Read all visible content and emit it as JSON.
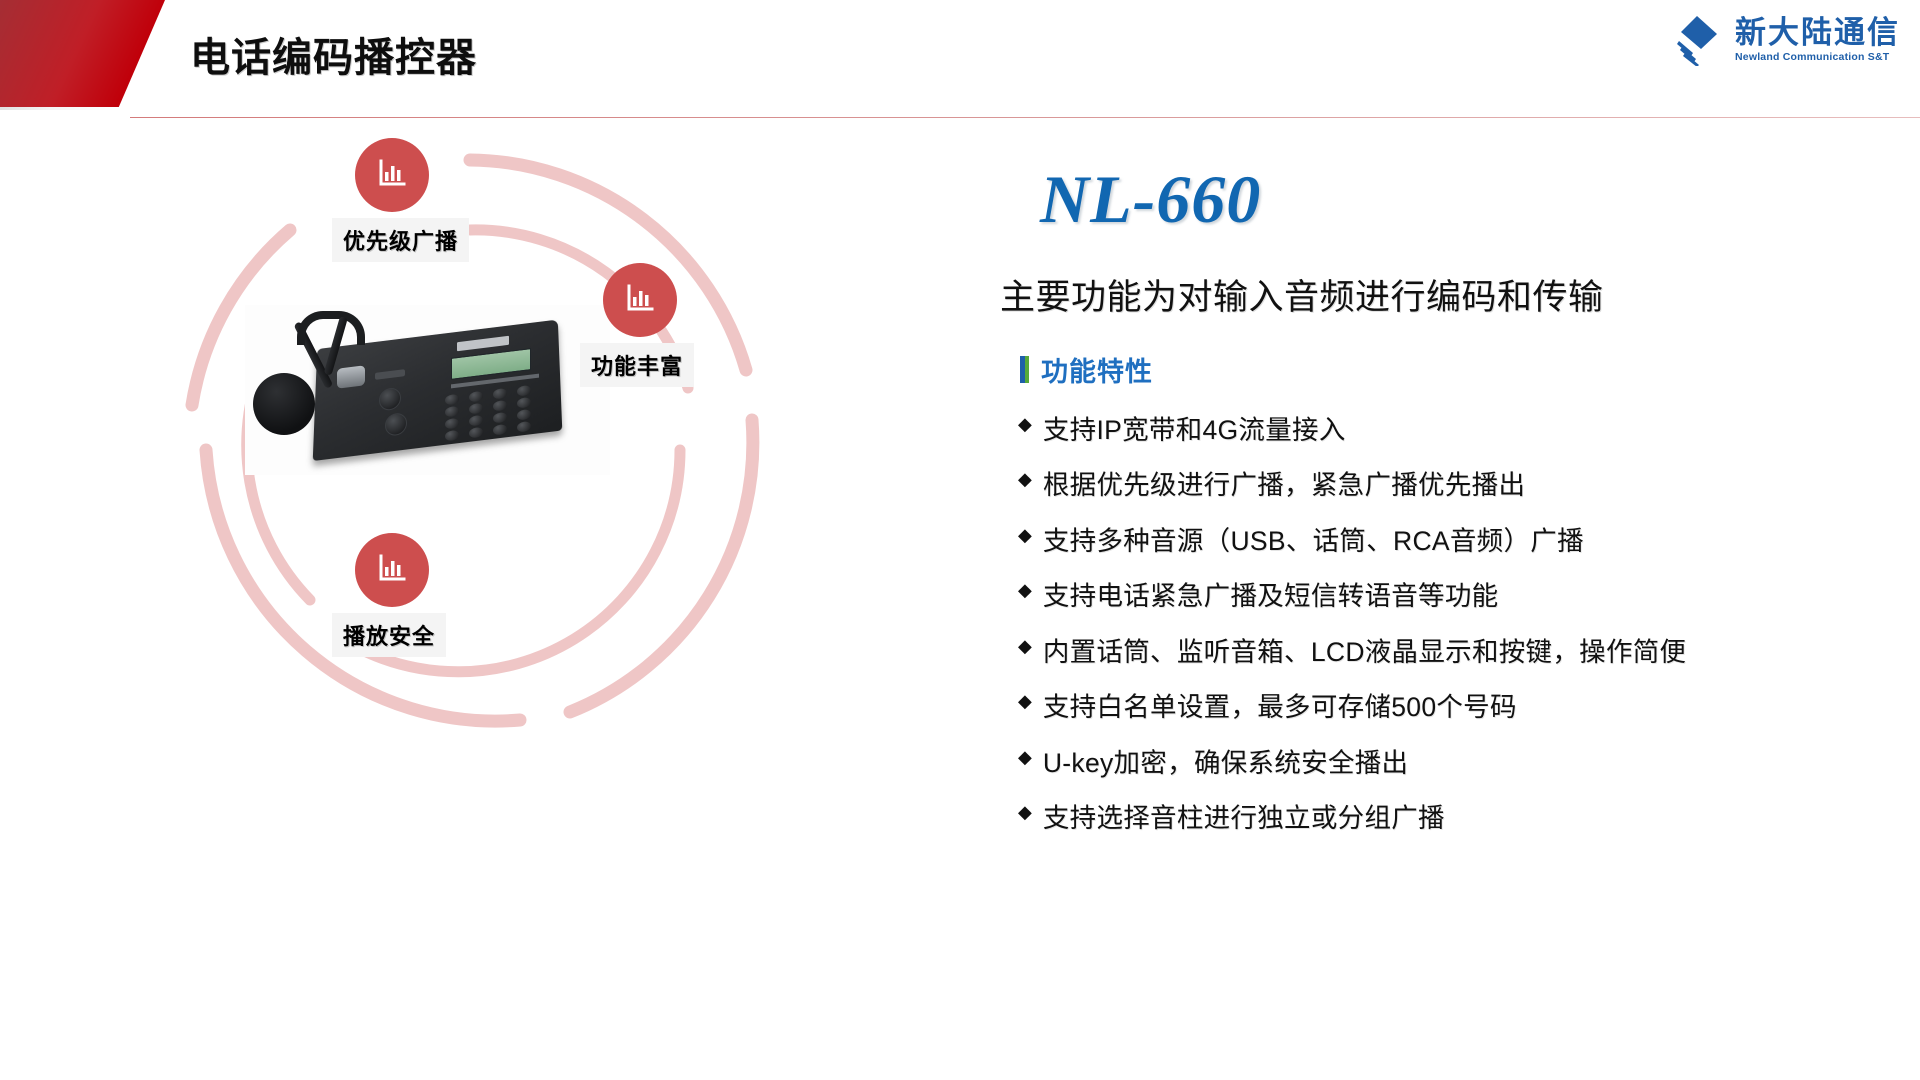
{
  "header": {
    "title": "电话编码播控器",
    "accent_red": "#C0000A",
    "rule_color": "#d47b7b"
  },
  "logo": {
    "chinese": "新大陆通信",
    "english": "Newland Communication S&T",
    "color": "#1F5FA9",
    "mark_icon": "newland-diamond-icon"
  },
  "diagram": {
    "node_color": "#CD4E4E",
    "arc_color": "#EFC6C6",
    "nodes": [
      {
        "label": "优先级广播",
        "icon": "bar-chart-icon"
      },
      {
        "label": "功能丰富",
        "icon": "bar-chart-icon"
      },
      {
        "label": "播放安全",
        "icon": "bar-chart-icon"
      }
    ],
    "photo_alt": "NL-660 电话编码播控器设备照片"
  },
  "panel": {
    "product_title": "NL-660",
    "product_title_color": "#1167B1",
    "subtitle": "主要功能为对输入音频进行编码和传输",
    "feature_heading": "功能特性",
    "feature_heading_color": "#1F6FC0",
    "bullet_marker": "◆",
    "features": [
      "支持IP宽带和4G流量接入",
      "根据优先级进行广播，紧急广播优先播出",
      "支持多种音源（USB、话筒、RCA音频）广播",
      "支持电话紧急广播及短信转语音等功能",
      "内置话筒、监听音箱、LCD液晶显示和按键，操作简便",
      "支持白名单设置，最多可存储500个号码",
      "U-key加密，确保系统安全播出",
      "支持选择音柱进行独立或分组广播"
    ]
  }
}
